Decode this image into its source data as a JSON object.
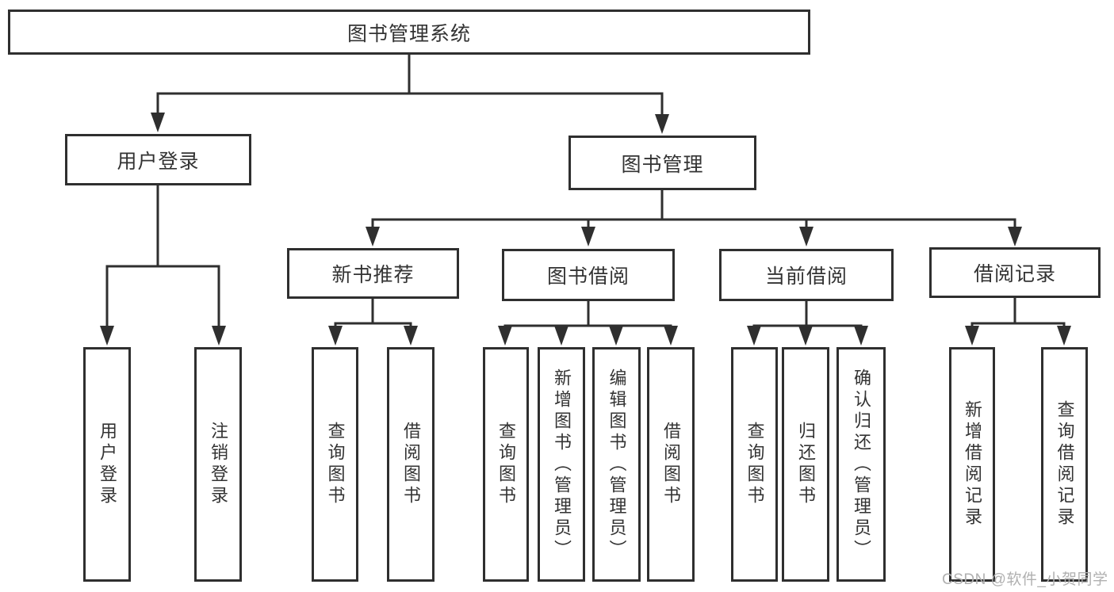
{
  "tree": {
    "root": {
      "label": "图书管理系统",
      "children": [
        {
          "label": "用户登录",
          "children": [
            {
              "label": "用户登录"
            },
            {
              "label": "注销登录"
            }
          ]
        },
        {
          "label": "图书管理",
          "children": [
            {
              "label": "新书推荐",
              "children": [
                {
                  "label": "查询图书"
                },
                {
                  "label": "借阅图书"
                }
              ]
            },
            {
              "label": "图书借阅",
              "children": [
                {
                  "label": "查询图书"
                },
                {
                  "label": "新增图书（管理员）"
                },
                {
                  "label": "编辑图书（管理员）"
                },
                {
                  "label": "借阅图书"
                }
              ]
            },
            {
              "label": "当前借阅",
              "children": [
                {
                  "label": "查询图书"
                },
                {
                  "label": "归还图书"
                },
                {
                  "label": "确认归还（管理员）"
                }
              ]
            },
            {
              "label": "借阅记录",
              "children": [
                {
                  "label": "新增借阅记录"
                },
                {
                  "label": "查询借阅记录"
                }
              ]
            }
          ]
        }
      ]
    }
  },
  "watermark": {
    "text": "CSDN @软件_小贺同学"
  },
  "colors": {
    "line": "#2f2f2f",
    "text": "#333333",
    "watermark": "#b0b0b0",
    "bg": "#ffffff"
  }
}
